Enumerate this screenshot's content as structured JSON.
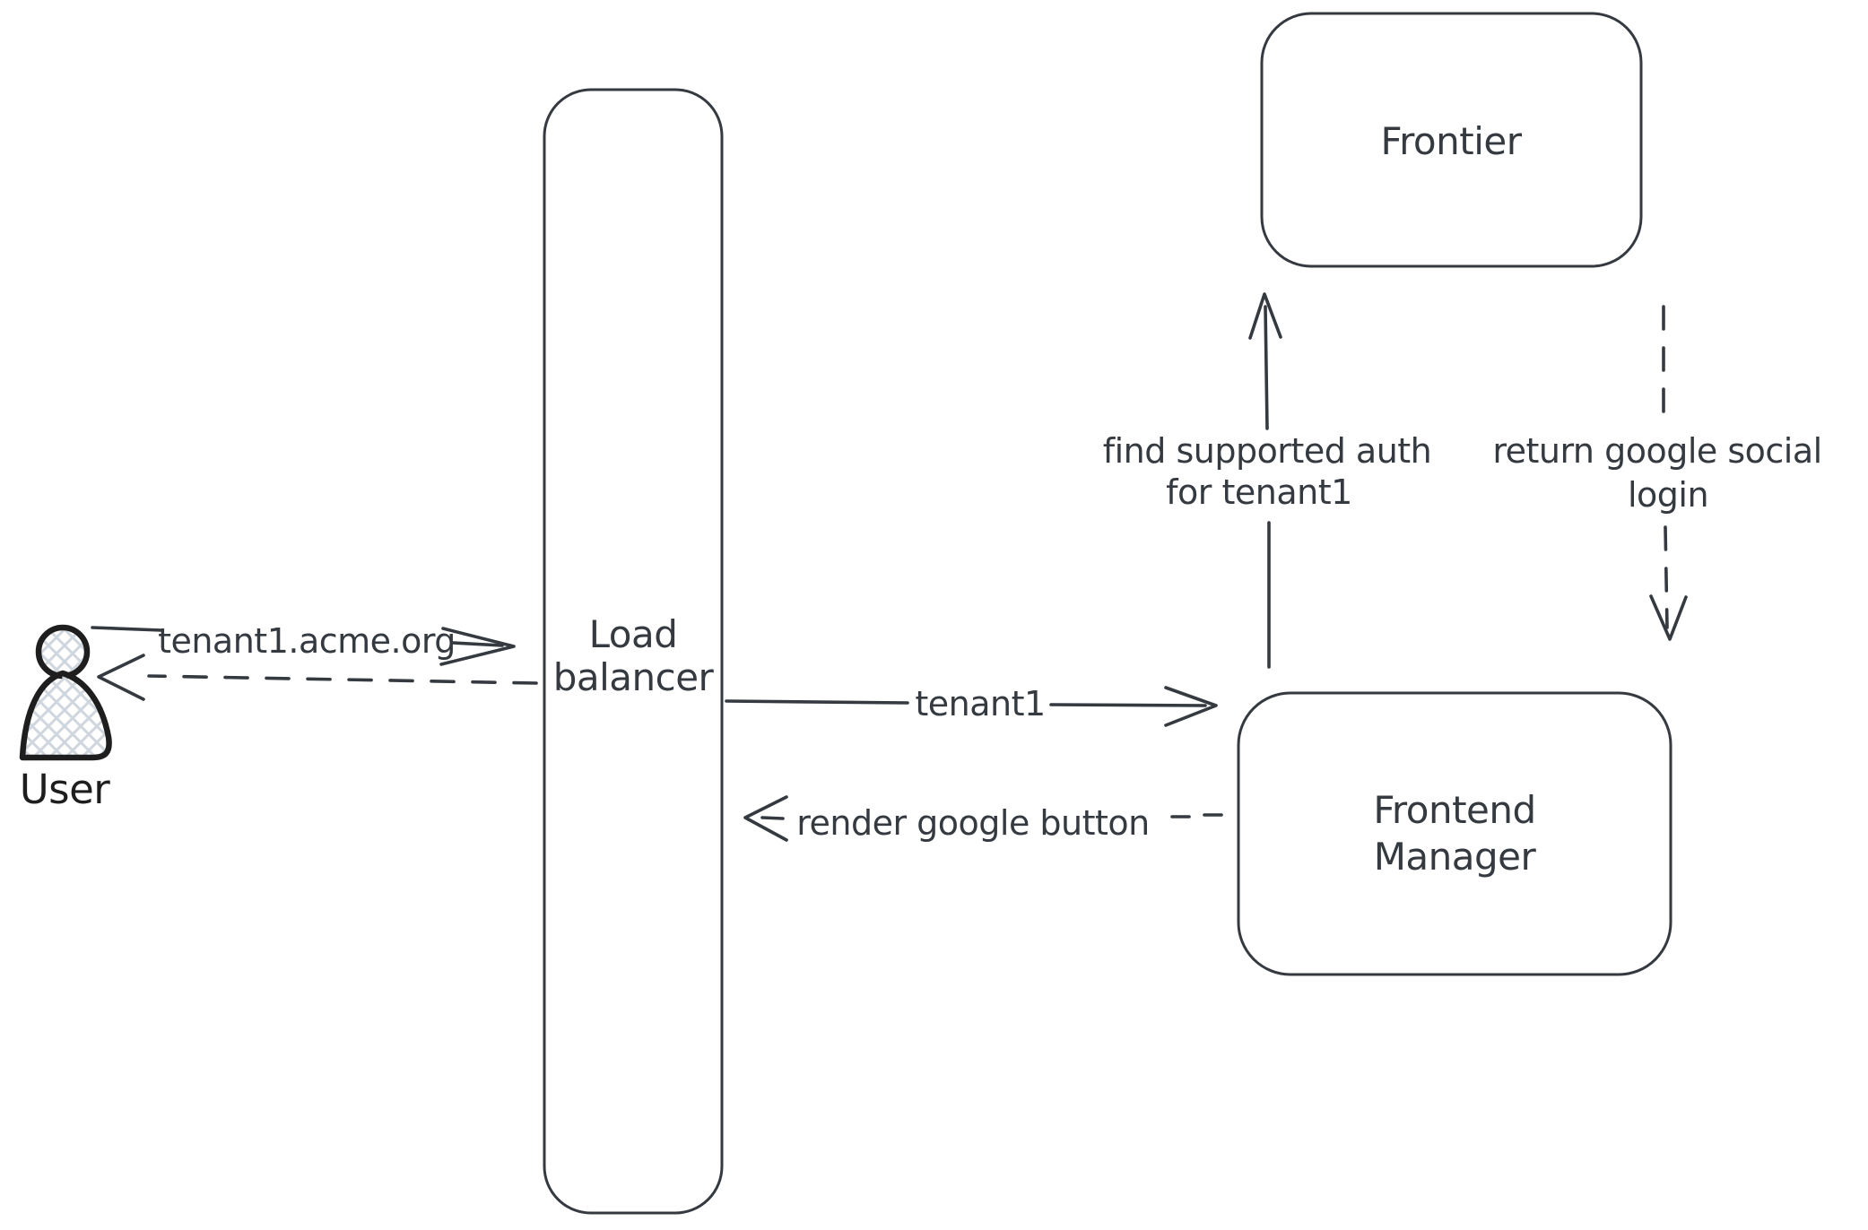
{
  "diagram": {
    "actor": {
      "label": "User"
    },
    "nodes": {
      "load_balancer": {
        "line1": "Load",
        "line2": "balancer"
      },
      "frontier": {
        "label": "Frontier"
      },
      "frontend_manager": {
        "line1": "Frontend",
        "line2": "Manager"
      }
    },
    "edges": {
      "user_to_lb": {
        "label": "tenant1.acme.org",
        "style": "solid",
        "direction": "right"
      },
      "lb_to_user": {
        "style": "dashed",
        "direction": "left"
      },
      "lb_to_fm": {
        "label": "tenant1",
        "style": "solid",
        "direction": "right"
      },
      "fm_to_lb": {
        "label": "render google button",
        "style": "dashed",
        "direction": "left"
      },
      "fm_to_frontier": {
        "line1": "find supported auth",
        "line2": "for tenant1",
        "style": "solid",
        "direction": "up"
      },
      "frontier_to_fm": {
        "line1": "return google social",
        "line2": "login",
        "style": "dashed",
        "direction": "down"
      }
    },
    "colors": {
      "stroke": "#343a40",
      "actor_stroke": "#1e1e1e",
      "actor_hatch": "#cfd6dd",
      "background": "#ffffff"
    }
  }
}
